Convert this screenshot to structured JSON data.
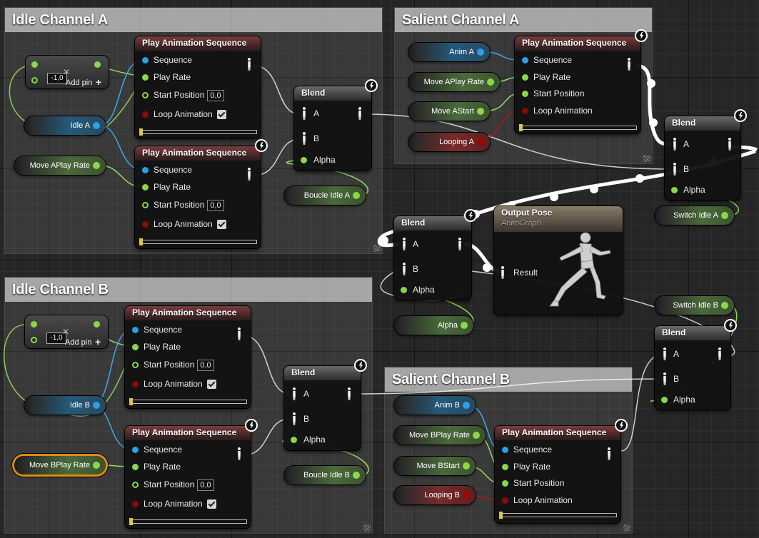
{
  "comments": {
    "idle_a": "Idle Channel A",
    "salient_a": "Salient Channel A",
    "idle_b": "Idle Channel B",
    "salient_b": "Salient Channel B"
  },
  "play": {
    "title": "Play Animation Sequence",
    "sequence": "Sequence",
    "play_rate": "Play Rate",
    "start_position": "Start Position",
    "loop_animation": "Loop Animation",
    "start_value": "0,0"
  },
  "blend": {
    "title": "Blend",
    "a": "A",
    "b": "B",
    "alpha": "Alpha"
  },
  "output": {
    "title": "Output Pose",
    "subtitle": "AnimGraph",
    "result": "Result"
  },
  "make_array": {
    "value": "-1,0",
    "add_pin": "Add pin"
  },
  "vars": {
    "idle_a": "Idle A",
    "move_aplay_rate": "Move APlay Rate",
    "boucle_idle_a": "Boucle Idle A",
    "anim_a": "Anim A",
    "move_astart": "Move AStart",
    "looping_a": "Looping A",
    "switch_idle_a": "Switch Idle A",
    "alpha": "Alpha",
    "switch_idle_b": "Switch Idle B",
    "idle_b": "Idle B",
    "move_bplay_rate": "Move BPlay Rate",
    "boucle_idle_b": "Boucle Idle B",
    "anim_b": "Anim B",
    "move_bstart": "Move BStart",
    "looping_b": "Looping B"
  },
  "colors": {
    "exec_pin": "#ffffff",
    "float_pin": "#8ad84a",
    "anim_pin": "#2aa0e8",
    "bool_pin": "#8a0a0a",
    "selection": "#e08a10"
  }
}
